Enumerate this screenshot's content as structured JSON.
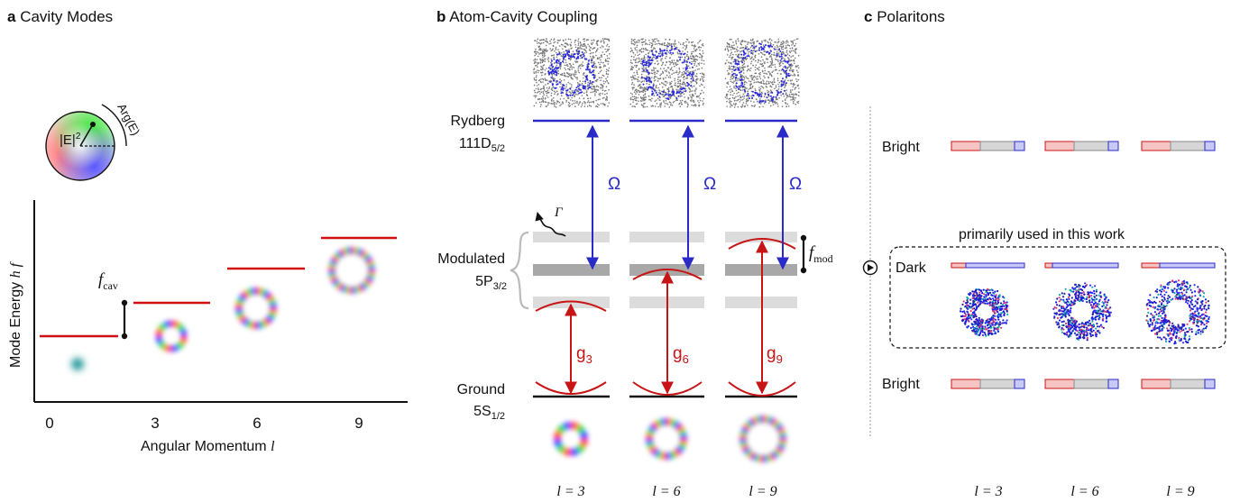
{
  "panel_a": {
    "letter": "a",
    "title": "Cavity Modes",
    "ylabel": "Mode Energy ",
    "ylabel_sym": "h f",
    "xlabel": "Angular Momentum ",
    "xlabel_sym": "l",
    "ticks": [
      "0",
      "3",
      "6",
      "9"
    ],
    "fcav": "f",
    "fcav_sub": "cav",
    "wheel_intensity": "|E|",
    "wheel_intensity_sup": "2",
    "wheel_arg": "Arg(E)",
    "colors": {
      "level": "#d01010"
    }
  },
  "panel_b": {
    "letter": "b",
    "title": "Atom-Cavity Coupling",
    "rydberg": "Rydberg",
    "rydberg_state": "111D",
    "rydberg_sub": "5/2",
    "modulated": "Modulated",
    "modulated_state": "5P",
    "modulated_sub": "3/2",
    "ground": "Ground",
    "ground_state": "5S",
    "ground_sub": "1/2",
    "omega": "Ω",
    "gamma": "Γ",
    "fmod": "f",
    "fmod_sub": "mod",
    "couplings": [
      {
        "g": "g",
        "sub": "3",
        "l": "l = 3"
      },
      {
        "g": "g",
        "sub": "6",
        "l": "l = 6"
      },
      {
        "g": "g",
        "sub": "9",
        "l": "l = 9"
      }
    ],
    "colors": {
      "rydberg": "#2a2ac8",
      "coupling": "#c81414",
      "band_light": "#dcdcdc",
      "band_dark": "#a8a8a8"
    }
  },
  "panel_c": {
    "letter": "c",
    "title": "Polaritons",
    "bright_top": "Bright",
    "dark": "Dark",
    "bright_bottom": "Bright",
    "note": "primarily used in this work",
    "l_labels": [
      "l = 3",
      "l = 6",
      "l = 9"
    ]
  }
}
